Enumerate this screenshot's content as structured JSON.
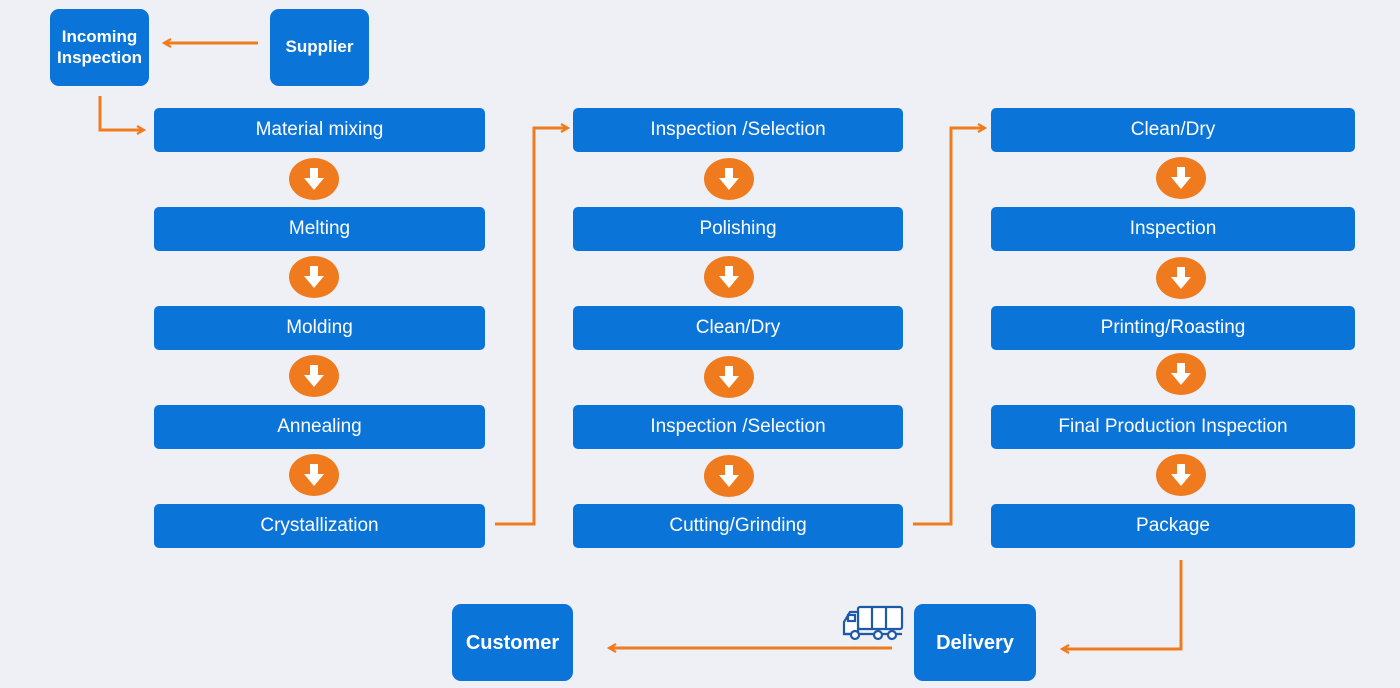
{
  "colors": {
    "box": "#0b74d9",
    "arrow": "#f07b1e",
    "background": "#eef0f5"
  },
  "top": {
    "incoming_inspection": "Incoming Inspection",
    "supplier": "Supplier"
  },
  "columns": [
    {
      "steps": [
        "Material mixing",
        "Melting",
        "Molding",
        "Annealing",
        "Crystallization"
      ]
    },
    {
      "steps": [
        "Inspection /Selection",
        "Polishing",
        "Clean/Dry",
        "Inspection /Selection",
        "Cutting/Grinding"
      ]
    },
    {
      "steps": [
        "Clean/Dry",
        "Inspection",
        "Printing/Roasting",
        "Final Production Inspection",
        "Package"
      ]
    }
  ],
  "bottom": {
    "customer": "Customer",
    "delivery": "Delivery"
  },
  "icons": {
    "truck": "truck-icon",
    "down_arrow": "down-arrow-icon"
  }
}
